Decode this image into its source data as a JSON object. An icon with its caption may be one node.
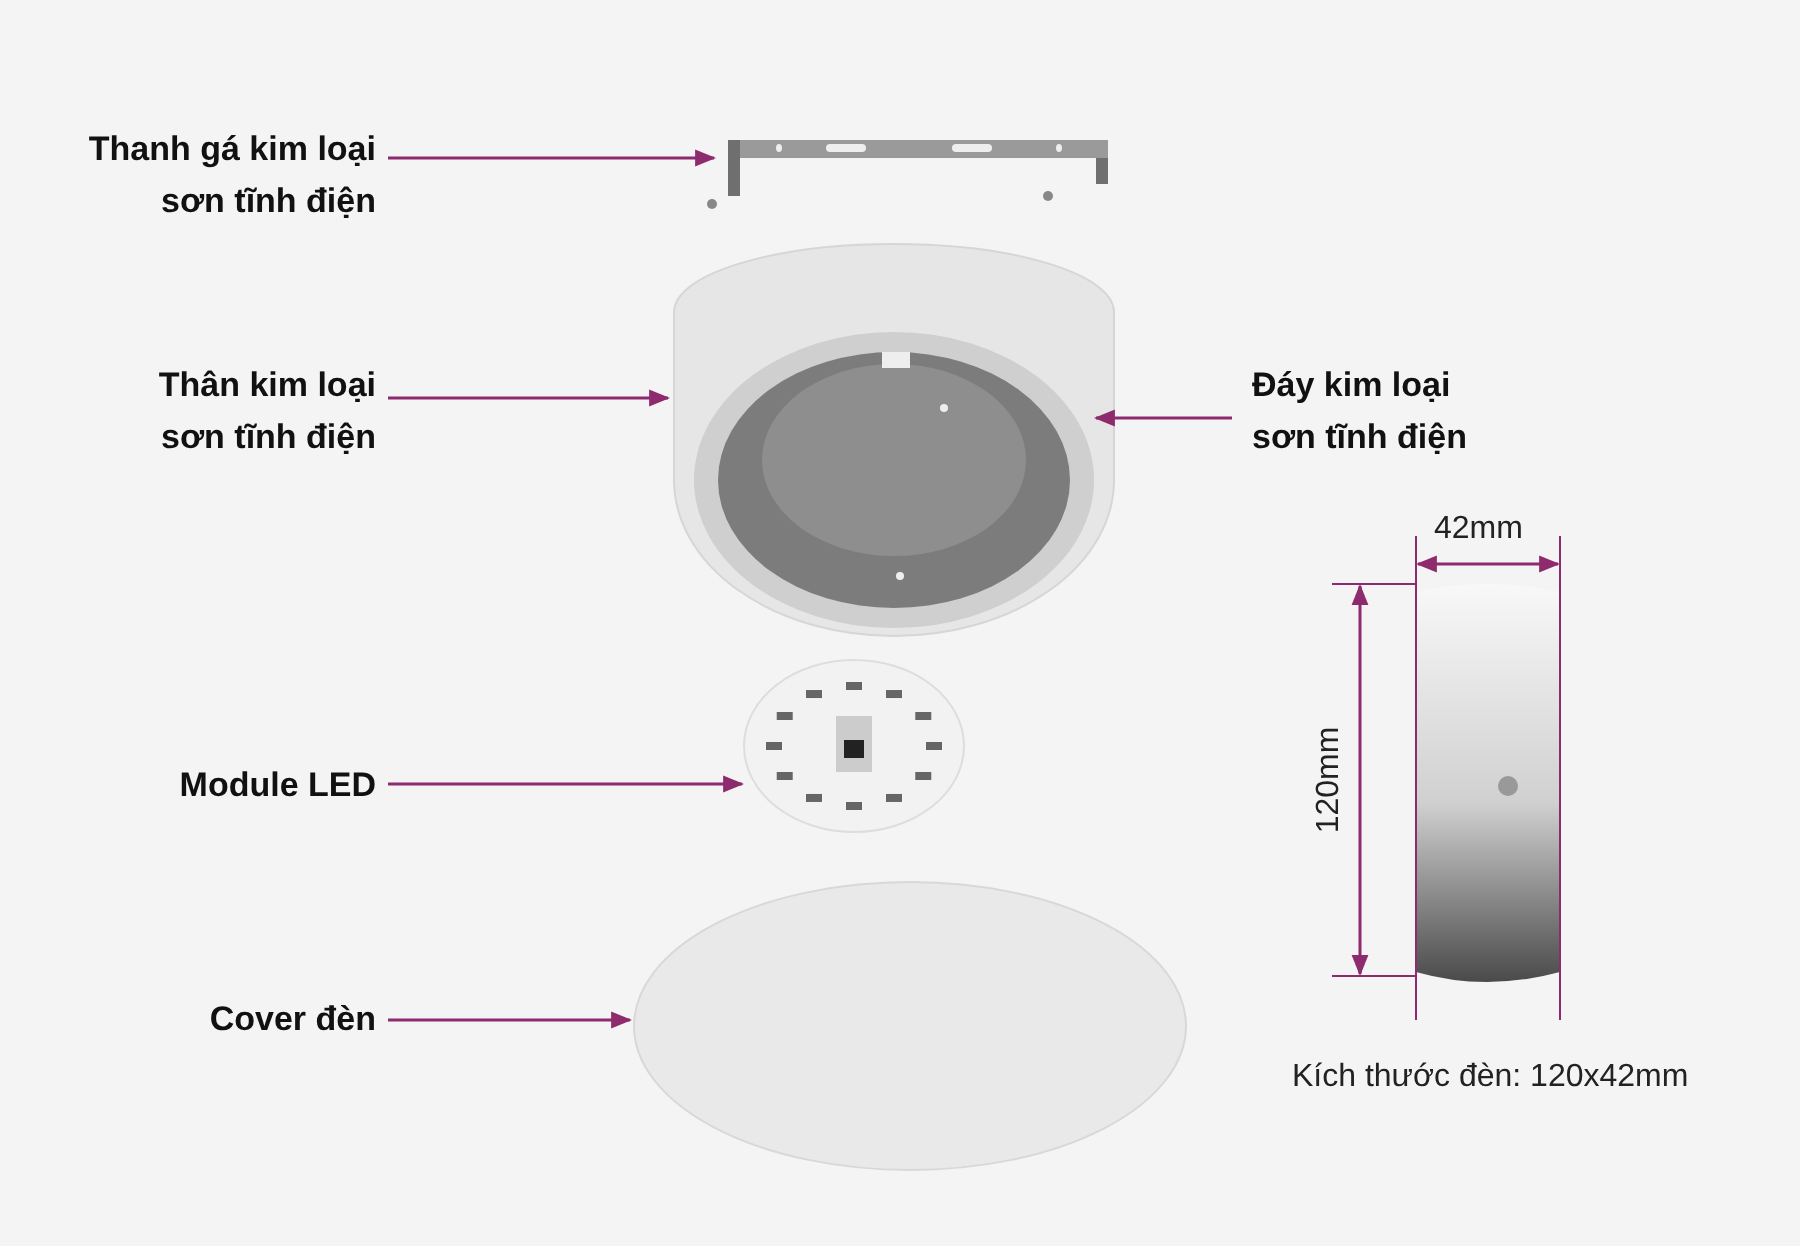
{
  "diagram": {
    "nodes": [
      {
        "text": [
          "Thanh gá kim loại sơn tĩnh điện"
        ]
      },
      {
        "text": [],
        "shape": "picture"
      },
      {
        "text": [
          "Thân kim loại sơn tĩnh điện"
        ]
      },
      {
        "text": [],
        "shape": "picture"
      },
      {
        "text": [],
        "shape": "picture",
        "in": 3
      },
      {
        "text": [
          "Đáy kim loại sơn tĩnh điện"
        ]
      },
      {
        "text": [
          "Module LED"
        ]
      },
      {
        "text": [],
        "shape": "picture"
      },
      {
        "text": [
          "Cover đèn"
        ]
      },
      {
        "text": [],
        "shape": "circle"
      }
    ],
    "edges": [
      {
        "from": 0,
        "to": 1,
        "arrow": "to"
      },
      {
        "from": 2,
        "to": 3,
        "arrow": "to"
      },
      {
        "from": 5,
        "to": 4,
        "arrow": "to"
      },
      {
        "from": 6,
        "to": 7,
        "arrow": "to"
      },
      {
        "from": 8,
        "to": 9,
        "arrow": "to"
      }
    ],
    "labels": [
      "42mm",
      "120mm",
      "Kích thước đèn: 120x42mm"
    ]
  }
}
